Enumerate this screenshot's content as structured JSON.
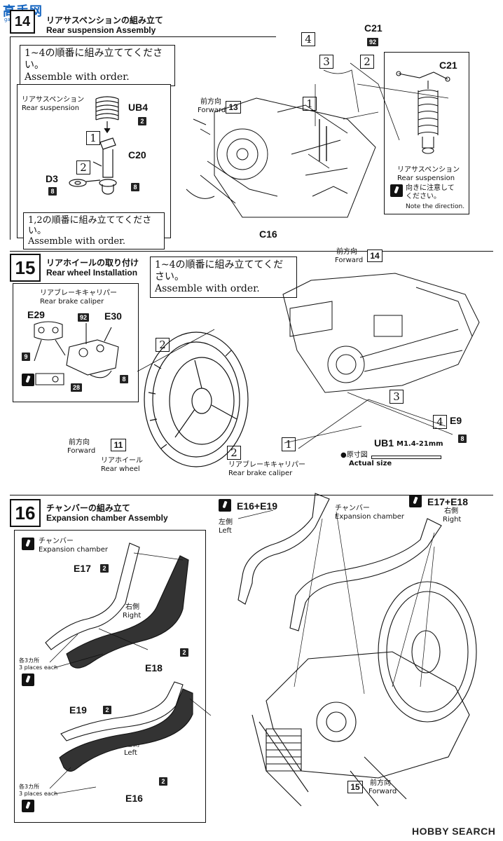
{
  "watermark": {
    "top_logo": "高手网",
    "top_url": "gaoshou.net",
    "bottom": "HOBBY SEARCH"
  },
  "step14": {
    "jp": "リアサスペンションの組み立て",
    "en": "Rear suspension Assembly",
    "note_jp": "1~4の順番に組み立ててください。",
    "note_en": "Assemble with order.",
    "sub_title_jp": "リアサスペンション",
    "sub_title_en": "Rear suspension",
    "sub_note_jp": "1,2の順番に組み立ててください。",
    "sub_note_en": "Assemble with order.",
    "parts": {
      "ub4": "UB4",
      "c20": "C20",
      "d3": "D3",
      "c21": "C21",
      "c16": "C16"
    },
    "badges": {
      "b2": "2",
      "b8": "8",
      "b92": "92"
    },
    "steps": {
      "n1": "1",
      "n2": "2",
      "n3": "3",
      "n4": "4"
    },
    "forward_jp": "前方向",
    "forward_en": "Forward",
    "forward_ref": "13",
    "side_title_jp": "リアサスペンション",
    "side_title_en": "Rear suspension",
    "side_note_jp": "向きに注意して ください。",
    "side_note_en": "Note the direction."
  },
  "step15": {
    "num": "15",
    "jp": "リアホイールの取り付け",
    "en": "Rear wheel Installation",
    "note_jp": "1~4の順番に組み立ててください。",
    "note_en": "Assemble with order.",
    "caliper_jp": "リアブレーキキャリパー",
    "caliper_en": "Rear brake caliper",
    "parts": {
      "e29": "E29",
      "e30": "E30",
      "e9": "E9",
      "ub1": "UB1",
      "ub1_size": "M1.4-21mm"
    },
    "badges": {
      "b92": "92",
      "b9": "9",
      "b8": "8",
      "b28": "28"
    },
    "steps": {
      "n1": "1",
      "n2": "2",
      "n3": "3",
      "n4": "4"
    },
    "forward_jp": "前方向",
    "forward_en": "Forward",
    "forward_ref_top": "14",
    "forward_ref_left": "11",
    "wheel_jp": "リアホイール",
    "wheel_en": "Rear wheel",
    "actual_jp": "●原寸図",
    "actual_en": "Actual size"
  },
  "step16": {
    "num": "16",
    "jp": "チャンバーの組み立て",
    "en": "Expansion chamber Assembly",
    "chamber_jp": "チャンバー",
    "chamber_en": "Expansion chamber",
    "parts": {
      "e17": "E17",
      "e18": "E18",
      "e19": "E19",
      "e16": "E16",
      "e16e19": "E16+E19",
      "e17e18": "E17+E18"
    },
    "badges": {
      "b2": "2"
    },
    "right_jp": "右側",
    "right_en": "Right",
    "left_jp": "左側",
    "left_en": "Left",
    "places_jp": "各3カ所",
    "places_en": "3 places each",
    "forward_jp": "前方向",
    "forward_en": "Forward",
    "forward_ref": "15"
  }
}
